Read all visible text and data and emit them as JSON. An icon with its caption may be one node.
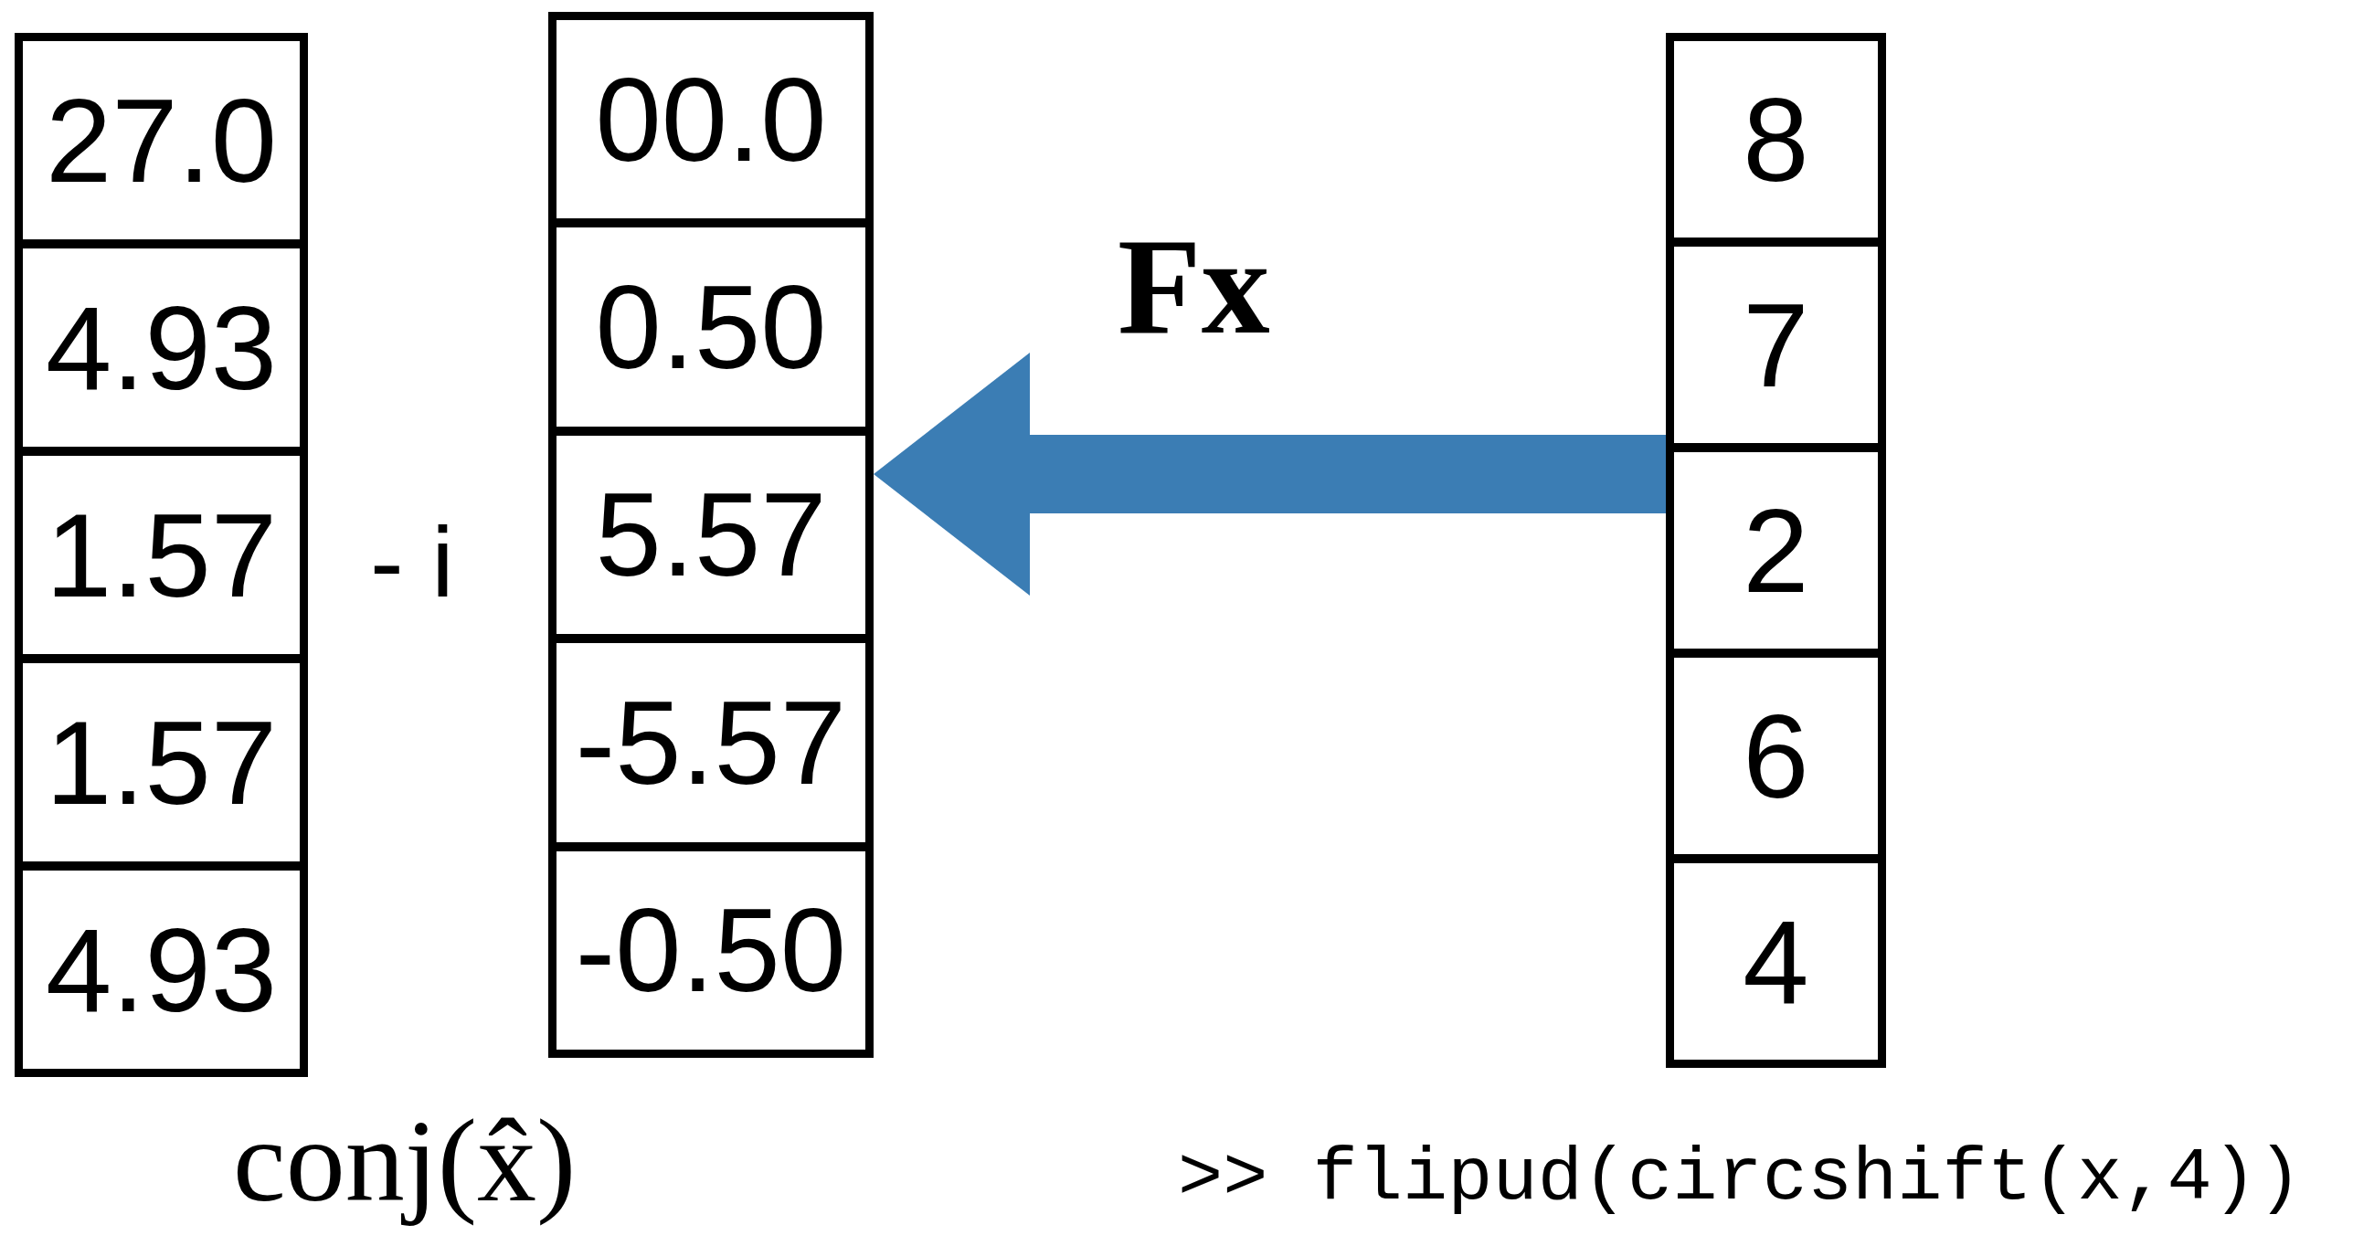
{
  "diagram": {
    "nodes": [
      {
        "text": [],
        "shape": "box"
      },
      {
        "text": [
          "27.0"
        ],
        "in": 0
      },
      {
        "text": [
          "4.93"
        ],
        "in": 0
      },
      {
        "text": [
          "1.57"
        ],
        "in": 0
      },
      {
        "text": [
          "1.57"
        ],
        "in": 0
      },
      {
        "text": [
          "4.93"
        ],
        "in": 0
      },
      {
        "text": [],
        "shape": "box"
      },
      {
        "text": [
          "00.0"
        ],
        "in": 6
      },
      {
        "text": [
          "0.50"
        ],
        "in": 6
      },
      {
        "text": [
          "5.57"
        ],
        "in": 6
      },
      {
        "text": [
          "-5.57"
        ],
        "in": 6
      },
      {
        "text": [
          "-0.50"
        ],
        "in": 6
      },
      {
        "text": [],
        "shape": "box"
      },
      {
        "text": [
          "8"
        ],
        "in": 12
      },
      {
        "text": [
          "7"
        ],
        "in": 12
      },
      {
        "text": [
          "2"
        ],
        "in": 12
      },
      {
        "text": [
          "6"
        ],
        "in": 12
      },
      {
        "text": [
          "4"
        ],
        "in": 12
      }
    ],
    "edges": [
      {
        "from": 12,
        "to": 6,
        "arrow": "to",
        "label": "Fx"
      }
    ],
    "labels": [
      "- i",
      "conj(x̂)",
      ">> flipud(circshift(x,4))"
    ]
  }
}
